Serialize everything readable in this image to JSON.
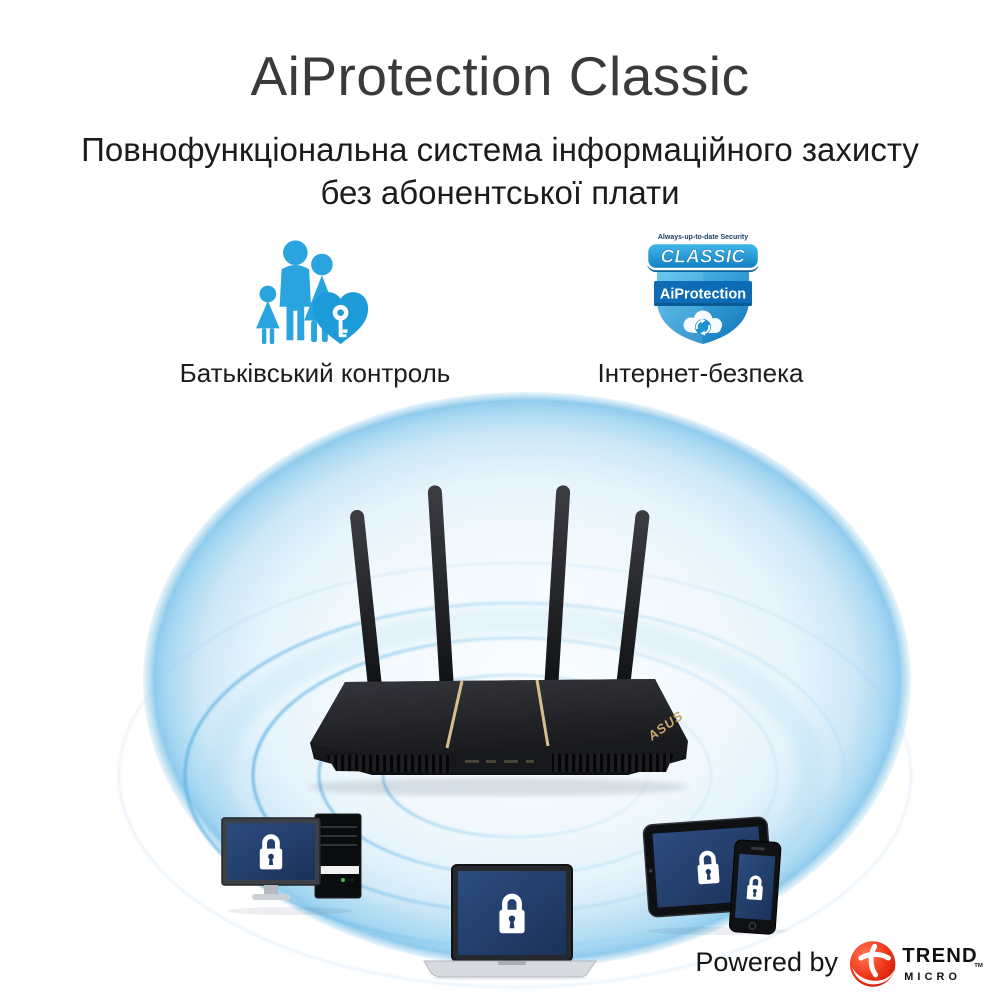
{
  "header": {
    "title": "AiProtection Classic",
    "subtitle_line1": "Повнофункціональна система інформаційного захисту",
    "subtitle_line2": "без абонентської плати"
  },
  "features": {
    "parental": {
      "label": "Батьківський контроль"
    },
    "security": {
      "label": "Інтернет-безпека"
    }
  },
  "badge": {
    "tagline": "Always-up-to-date Security",
    "banner": "CLASSIC",
    "shield_label": "AiProtection"
  },
  "router": {
    "brand": "ASUS"
  },
  "footer": {
    "powered_by": "Powered by",
    "brand_top": "TREND",
    "brand_bottom": "MICRO",
    "trademark": "TM"
  },
  "icons": {
    "parental": "family-heart-key-icon",
    "security": "aiprotection-classic-shield-badge",
    "lock": "padlock-icon",
    "sync": "sync-arrows-icon",
    "trend": "trend-micro-ball-logo"
  },
  "colors": {
    "accent_blue": "#29A4DE",
    "badge_blue_dark": "#0D6CB5",
    "screen_navy": "#1F3A66",
    "dome_edge": "#8EC9E9",
    "router_gold": "#D9BF8E",
    "trend_red": "#E8250F",
    "title_text": "#3A3A3A",
    "body_text": "#1C1C1C"
  }
}
